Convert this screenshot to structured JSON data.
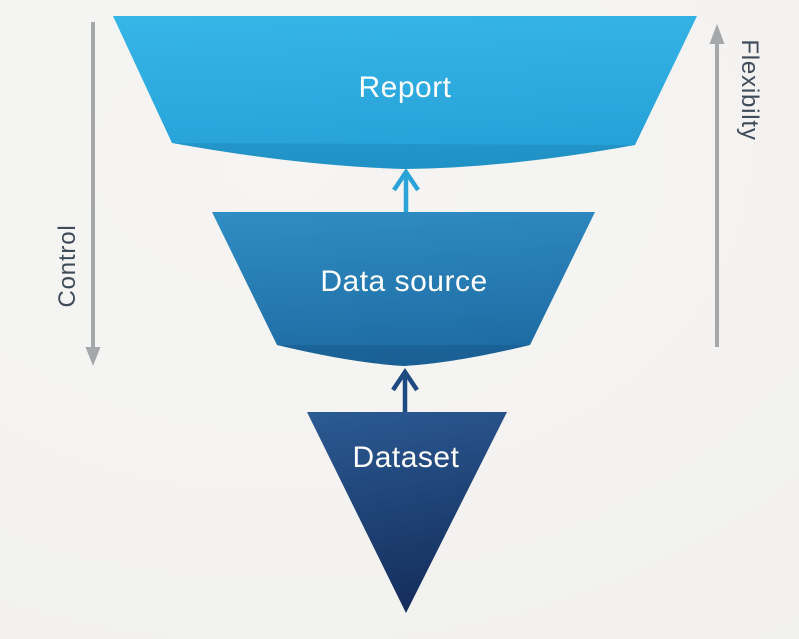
{
  "diagram": {
    "description": "Inverted funnel showing data model layers, flexibility increases upward, control increases downward",
    "levels": [
      {
        "name": "report",
        "label": "Report"
      },
      {
        "name": "data-source",
        "label": "Data source"
      },
      {
        "name": "dataset",
        "label": "Dataset"
      }
    ],
    "flow_arrows": [
      {
        "from": "data-source",
        "to": "report",
        "direction": "up"
      },
      {
        "from": "dataset",
        "to": "data-source",
        "direction": "up"
      }
    ],
    "side_axes": {
      "left": {
        "label": "Control",
        "arrow_direction": "down"
      },
      "right": {
        "label": "Flexibilty",
        "arrow_direction": "up"
      }
    },
    "colors": {
      "background": "#f4f3f1",
      "report_gradient_top": "#36b5e7",
      "report_gradient_bottom": "#25a0d7",
      "data_source_gradient_top": "#2f8dc3",
      "data_source_gradient_bottom": "#1e6ba3",
      "dataset_gradient_top": "#2b5992",
      "dataset_gradient_bottom": "#142e5c",
      "arrow_to_report": "#2aa3d6",
      "arrow_to_data_source": "#1d4a7f",
      "side_arrow": "#a4a8ab",
      "side_label_text": "#3e4b59",
      "level_label_text": "#ffffff"
    }
  }
}
